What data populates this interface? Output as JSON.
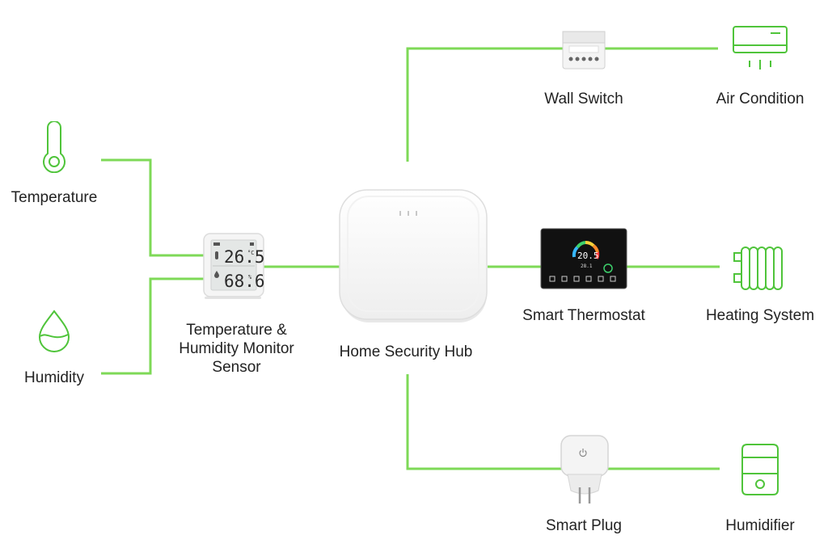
{
  "colors": {
    "connector_line": "#7ed957",
    "icon_stroke": "#4fc43a",
    "label_text": "#222222",
    "thermostat_ring": [
      "#37b7ff",
      "#3dd16c",
      "#f6d23a",
      "#ff8c2a",
      "#ff3b3b"
    ]
  },
  "nodes": {
    "temperature": {
      "label": "Temperature",
      "icon": "thermometer-icon"
    },
    "humidity": {
      "label": "Humidity",
      "icon": "water-drop-icon"
    },
    "sensor": {
      "label_lines": [
        "Temperature &",
        "Humidity Monitor",
        "Sensor"
      ],
      "display_temp": "26.5",
      "display_temp_unit": "°C",
      "display_humidity": "68.6",
      "display_humidity_unit": "%"
    },
    "hub": {
      "label": "Home Security Hub"
    },
    "wall_switch": {
      "label": "Wall Switch"
    },
    "air_condition": {
      "label": "Air Condition",
      "icon": "air-conditioner-icon"
    },
    "thermostat": {
      "label": "Smart Thermostat",
      "display_set": "20.5",
      "display_room": "28.1"
    },
    "heating": {
      "label": "Heating System",
      "icon": "radiator-icon"
    },
    "smart_plug": {
      "label": "Smart Plug",
      "icon": "power-icon"
    },
    "humidifier": {
      "label": "Humidifier",
      "icon": "humidifier-icon"
    }
  }
}
